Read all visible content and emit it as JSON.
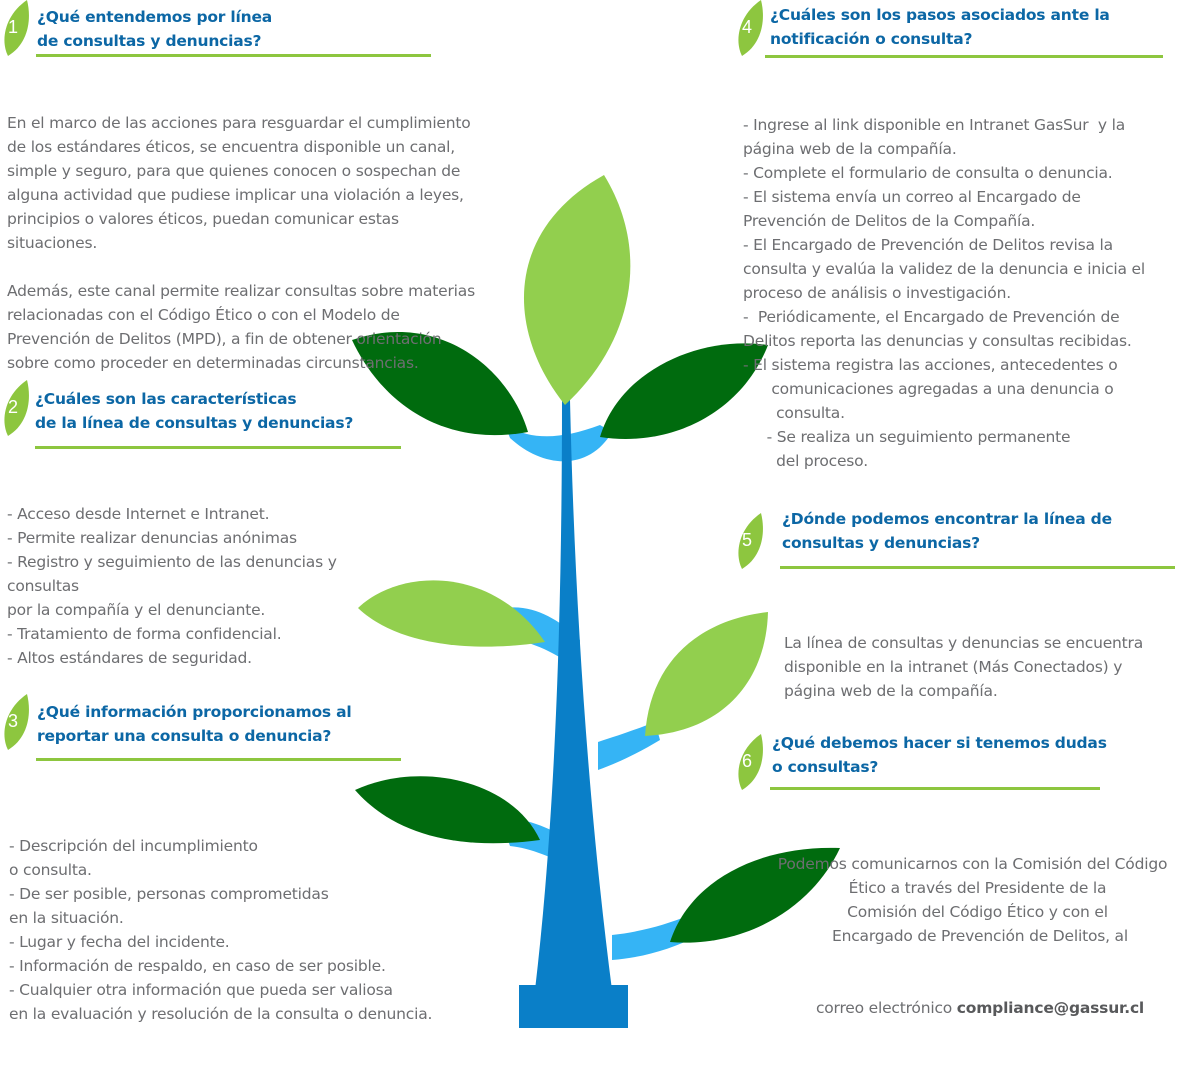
{
  "colors": {
    "title": "#0c67a5",
    "accent": "#8dc63f",
    "text": "#6d6e71",
    "trunk": "#0a7fc8",
    "branch": "#35b4f5",
    "leaf_dark": "#006b0e",
    "leaf_light": "#92cf4e"
  },
  "sections": [
    {
      "number": "1",
      "title_lines": [
        "¿Qué entendemos por línea",
        "de consultas y denuncias?"
      ],
      "body": [
        "En el marco de las acciones para resguardar el cumplimiento",
        "de los estándares éticos, se encuentra disponible un canal,",
        "simple y seguro, para que quienes conocen o sospechan de",
        "alguna actividad que pudiese implicar una violación a leyes,",
        "principios o valores éticos, puedan comunicar estas",
        "situaciones.",
        "",
        "Además, este canal permite realizar consultas sobre materias",
        "relacionadas con el Código Ético o con el Modelo de",
        "Prevención de Delitos (MPD), a fin de obtener orientación",
        "sobre como proceder en determinadas circunstancias."
      ]
    },
    {
      "number": "2",
      "title_lines": [
        "¿Cuáles son las características",
        "de la línea de consultas y denuncias?"
      ],
      "body": [
        "- Acceso desde Internet e Intranet.",
        "- Permite realizar denuncias anónimas",
        "- Registro y seguimiento de las denuncias y",
        "consultas",
        "por la compañía y el denunciante.",
        "- Tratamiento de forma confidencial.",
        "- Altos estándares de seguridad."
      ]
    },
    {
      "number": "3",
      "title_lines": [
        "¿Qué información proporcionamos al",
        "reportar una consulta o denuncia?"
      ],
      "body": [
        "- Descripción del incumplimiento",
        "o consulta.",
        "- De ser posible, personas comprometidas",
        "en la situación.",
        "- Lugar y fecha del incidente.",
        "- Información de respaldo, en caso de ser posible.",
        "- Cualquier otra información que pueda ser valiosa",
        "en la evaluación y resolución de la consulta o denuncia."
      ]
    },
    {
      "number": "4",
      "title_lines": [
        "¿Cuáles son los pasos asociados ante la",
        "notificación o consulta?"
      ],
      "body": [
        "- Ingrese al link disponible en Intranet GasSur  y la",
        "página web de la compañía.",
        "- Complete el formulario de consulta o denuncia.",
        "- El sistema envía un correo al Encargado de",
        "Prevención de Delitos de la Compañía.",
        "- El Encargado de Prevención de Delitos revisa la",
        "consulta y evalúa la validez de la denuncia e inicia el",
        "proceso de análisis o investigación.",
        "-  Periódicamente, el Encargado de Prevención de",
        "Delitos reporta las denuncias y consultas recibidas.",
        "- El sistema registra las acciones, antecedentes o",
        "      comunicaciones agregadas a una denuncia o",
        "       consulta.",
        "     - Se realiza un seguimiento permanente",
        "       del proceso."
      ]
    },
    {
      "number": "5",
      "title_lines": [
        "¿Dónde podemos encontrar la línea de",
        "consultas y denuncias?"
      ],
      "body": [
        "La línea de consultas y denuncias se encuentra",
        "disponible en la intranet (Más Conectados) y",
        "página web de la compañía."
      ]
    },
    {
      "number": "6",
      "title_lines": [
        "¿Qué debemos hacer si tenemos dudas",
        "o consultas?"
      ],
      "body": [
        "Podemos comunicarnos con la Comisión del Código",
        "Ético a través del Presidente de la",
        "Comisión del Código Ético y con el",
        "Encargado de Prevención de Delitos, al"
      ],
      "body_last_prefix": "correo electrónico ",
      "email": "compliance@gassur.cl"
    }
  ]
}
